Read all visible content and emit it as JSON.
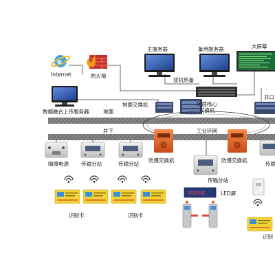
{
  "labels": {
    "internet": "Internet",
    "firewall": "防火墙",
    "main_server": "主服务器",
    "backup_server": "备用服务器",
    "big_screen": "大屏幕",
    "hot_standby": "双机热备",
    "data_upload_server": "数据融合上传服务器",
    "ground": "地面",
    "ground_switch": "地面交换机",
    "ground_core_switch": "地面核心\n交换机",
    "well_entrance": "井口",
    "underground": "井下",
    "industrial_ring": "工业环网",
    "explosion_proof_power": "隔爆电源",
    "transmission_substation_1": "传输分站",
    "transmission_substation_2": "传输分站",
    "explosion_proof_switch_1": "防爆交换机",
    "explosion_proof_switch_2": "防爆交换机",
    "transmission_substation_3": "传输分站",
    "transmission_substation_right": "传输",
    "led_screen": "LED屏",
    "led_text": "欢迎光临",
    "id_card_1": "识别卡",
    "id_card_2": "识别卡",
    "id_card_right": "识别"
  },
  "colors": {
    "ring_band": "#7f7f7f",
    "switch_orange": "#e8642b",
    "card_yellow": "#f1d23a",
    "screen_blue": "#2d5db8",
    "led_bg": "#243a7a",
    "big_screen_bg": "#1f6b3a",
    "link_line": "#3a3a3a"
  },
  "icons": [
    "internet-icon",
    "firewall-icon",
    "computer-icon",
    "server-rack-icon",
    "switch-icon",
    "substation-box-icon",
    "explosion-proof-switch-icon",
    "id-card-icon",
    "wireless-signal-icon",
    "turnstile-icon",
    "led-screen-icon",
    "sensor-icon"
  ]
}
